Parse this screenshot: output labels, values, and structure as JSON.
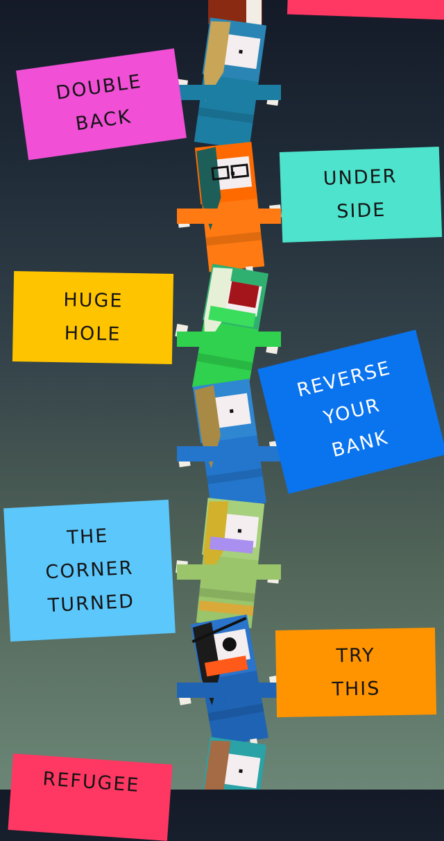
{
  "cards": [
    {
      "id": "top",
      "label": "",
      "color": "#ff3763",
      "text_color": "#141414"
    },
    {
      "id": "double-back",
      "label": "DOUBLE\nBACK",
      "color": "#f04fd6",
      "text_color": "#141414"
    },
    {
      "id": "under-side",
      "label": "UNDER\nSIDE",
      "color": "#4de3cc",
      "text_color": "#141414"
    },
    {
      "id": "huge-hole",
      "label": "HUGE\nHOLE",
      "color": "#ffc400",
      "text_color": "#141414"
    },
    {
      "id": "reverse-your-bank",
      "label": "REVERSE\nYOUR\nBANK",
      "color": "#0a73ee",
      "text_color": "#ffffff"
    },
    {
      "id": "the-corner-turned",
      "label": "THE\nCORNER\nTURNED",
      "color": "#5cc7fb",
      "text_color": "#141414"
    },
    {
      "id": "try-this",
      "label": "TRY\nTHIS",
      "color": "#ff9400",
      "text_color": "#141414"
    },
    {
      "id": "refugee",
      "label": "REFUGEE",
      "color": "#ff3763",
      "text_color": "#141414"
    }
  ],
  "characters": [
    {
      "name": "blonde-teal-character",
      "body": "#1d7ea3",
      "head": "#2b85b4",
      "hair": "#c9a557"
    },
    {
      "name": "orange-glasses-character",
      "body": "#ff7a12",
      "head": "#ff6a00",
      "hair": "#1d5f58"
    },
    {
      "name": "green-red-hood-character",
      "body": "#2fd14e",
      "head": "#2fb070",
      "hair": "#e6f0d6"
    },
    {
      "name": "blue-brown-hair-character",
      "body": "#2476cc",
      "head": "#2f86d1",
      "hair": "#a88a45"
    },
    {
      "name": "green-pattern-character",
      "body": "#9ac56b",
      "head": "#a7d07d",
      "hair": "#d2b12c"
    },
    {
      "name": "eyepatch-character",
      "body": "#1f64b4",
      "head": "#2a74cc",
      "hair": "#1b1b1b"
    },
    {
      "name": "teal-bottom-character",
      "body": "#1a8a8a",
      "head": "#2aa2a6",
      "hair": "#a56b45"
    }
  ]
}
